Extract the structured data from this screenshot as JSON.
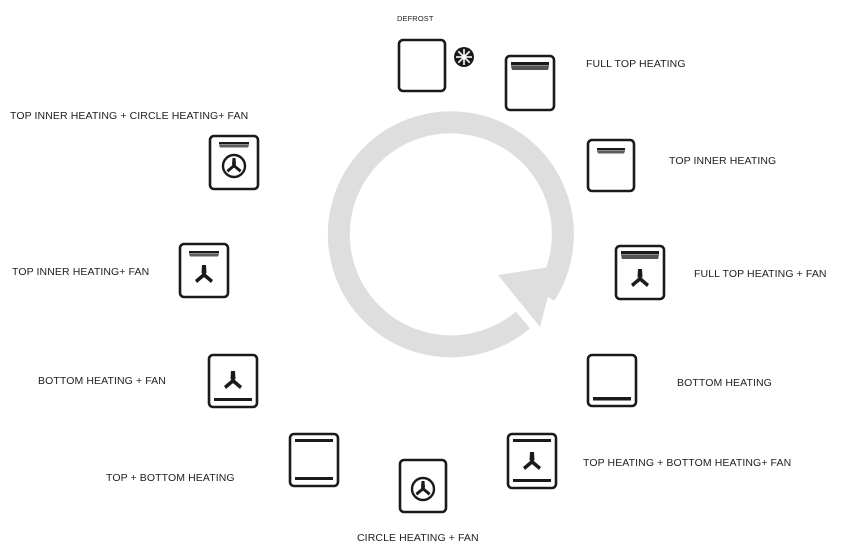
{
  "diagram": {
    "accent_colors": {
      "arrow": "#dedede",
      "ink": "#1a1a1a"
    },
    "modes": [
      {
        "id": "defrost",
        "label": "DEFROST",
        "icon": "oven-defrost-icon"
      },
      {
        "id": "full-top-heating",
        "label": "FULL TOP HEATING",
        "icon": "oven-full-top-heating-icon"
      },
      {
        "id": "top-inner-heating",
        "label": "TOP INNER HEATING",
        "icon": "oven-top-inner-heating-icon"
      },
      {
        "id": "full-top-heating-fan",
        "label": "FULL TOP HEATING + FAN",
        "icon": "oven-full-top-heating-fan-icon"
      },
      {
        "id": "bottom-heating",
        "label": "BOTTOM HEATING",
        "icon": "oven-bottom-heating-icon"
      },
      {
        "id": "top-bottom-heating-fan",
        "label": "TOP HEATING + BOTTOM HEATING+ FAN",
        "icon": "oven-top-bottom-heating-fan-icon"
      },
      {
        "id": "circle-heating-fan",
        "label": "CIRCLE HEATING + FAN",
        "icon": "oven-circle-heating-fan-icon"
      },
      {
        "id": "top-bottom-heating",
        "label": "TOP + BOTTOM HEATING",
        "icon": "oven-top-bottom-heating-icon"
      },
      {
        "id": "bottom-heating-fan",
        "label": "BOTTOM HEATING + FAN",
        "icon": "oven-bottom-heating-fan-icon"
      },
      {
        "id": "top-inner-heating-fan",
        "label": "TOP INNER HEATING+ FAN",
        "icon": "oven-top-inner-heating-fan-icon"
      },
      {
        "id": "top-inner-circle-fan",
        "label": "TOP INNER HEATING + CIRCLE HEATING+ FAN",
        "icon": "oven-top-inner-circle-heating-fan-icon"
      }
    ]
  }
}
